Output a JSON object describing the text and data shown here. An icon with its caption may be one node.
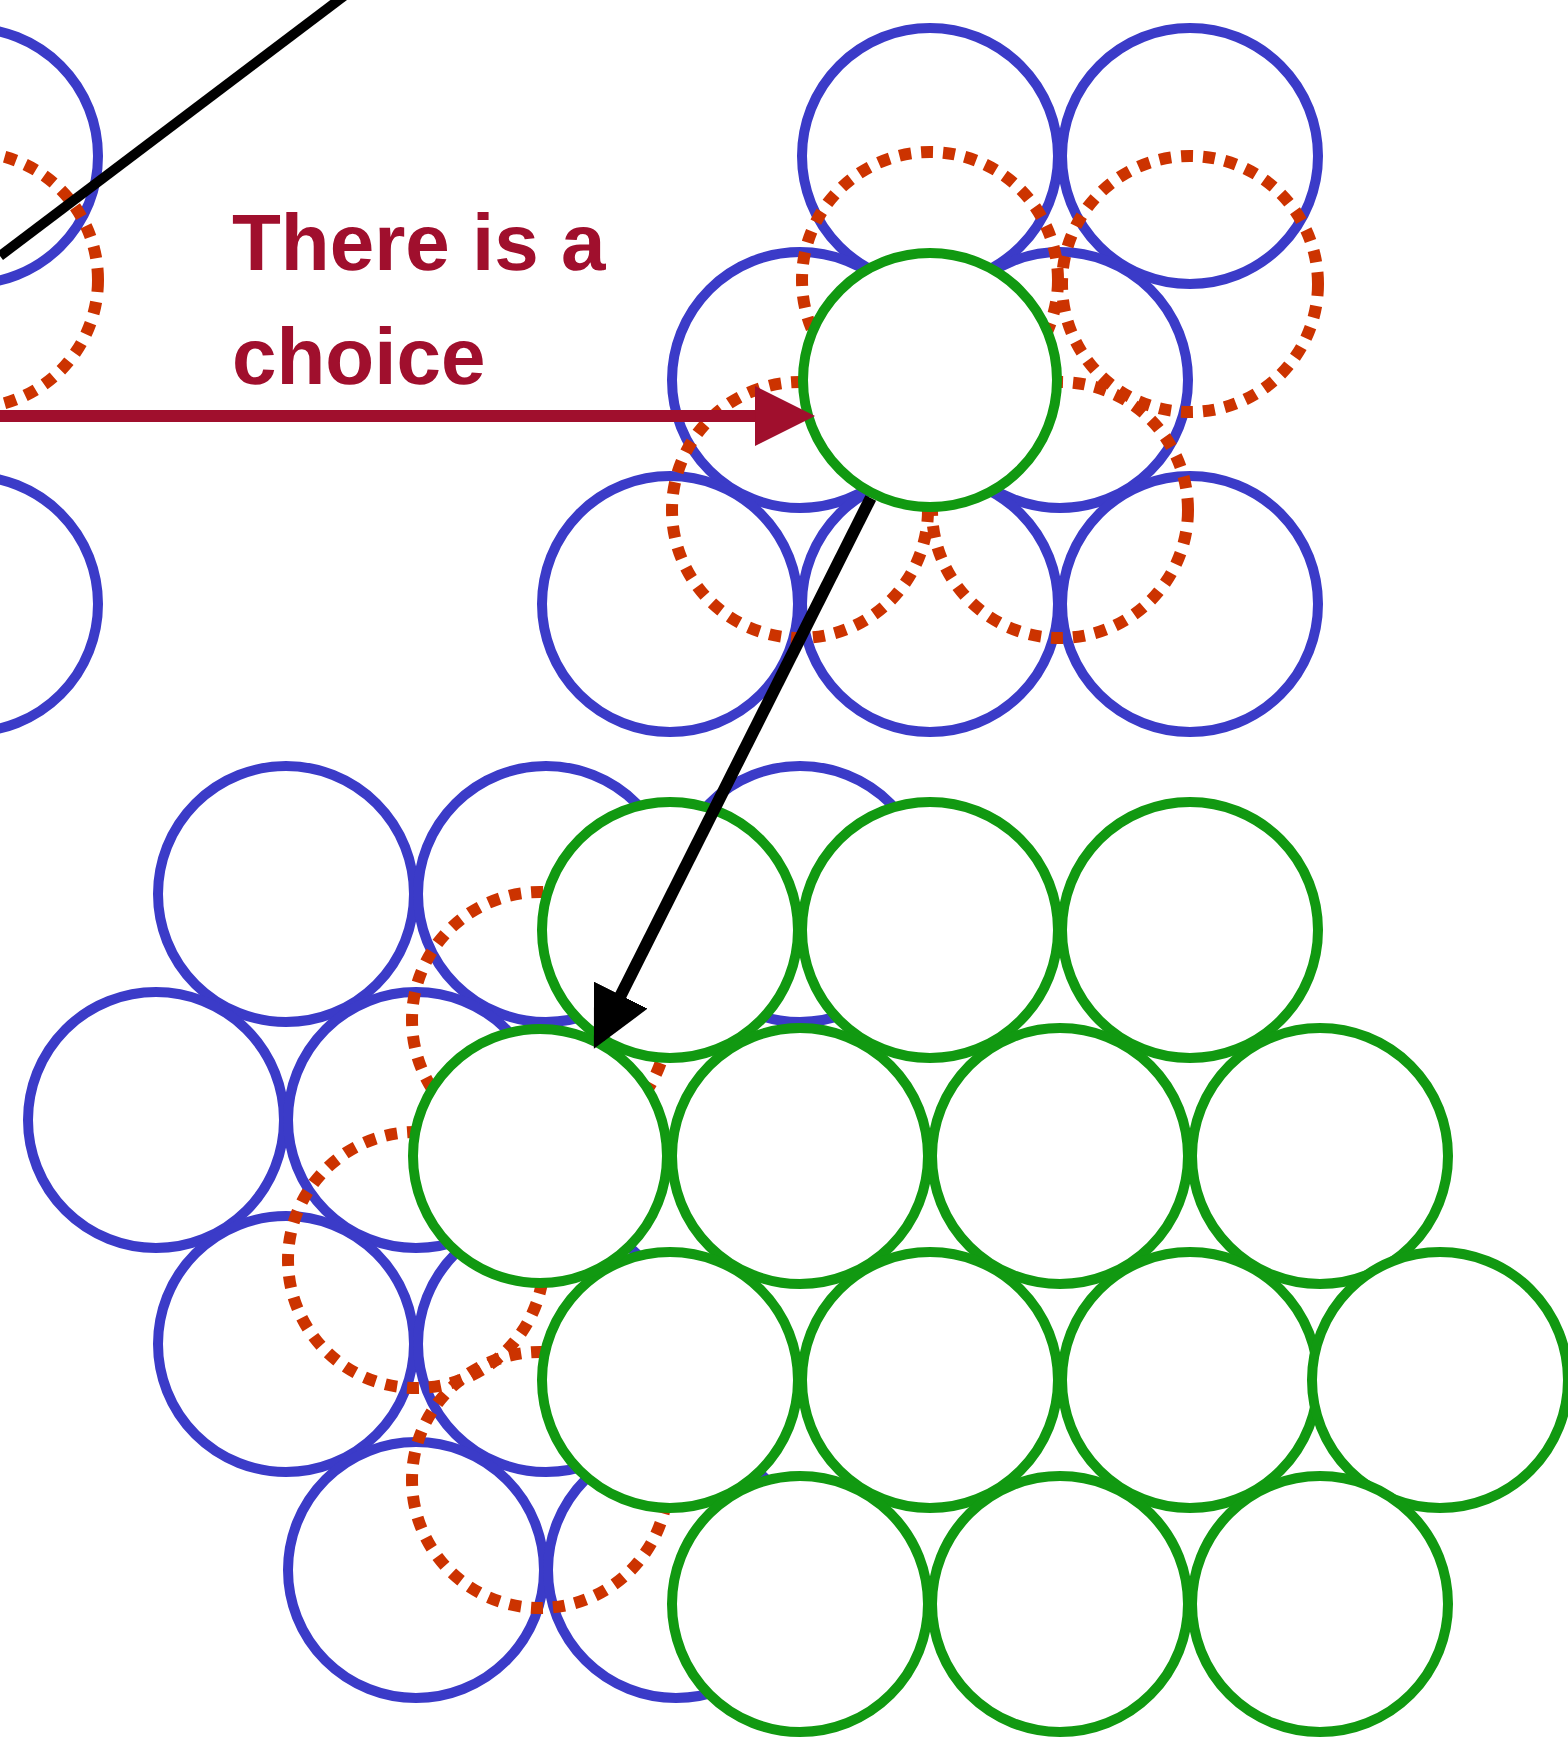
{
  "diagram": {
    "nodes": [
      {
        "text": [],
        "shape": "circle"
      },
      {
        "text": [],
        "shape": "circle"
      }
    ],
    "edges": [
      {
        "from": null,
        "to": 0,
        "arrow": "to",
        "color": "#a00f2d"
      },
      {
        "from": 0,
        "to": 1,
        "arrow": "to",
        "color": "#000000"
      }
    ],
    "labels": [
      "There is a choice"
    ]
  }
}
